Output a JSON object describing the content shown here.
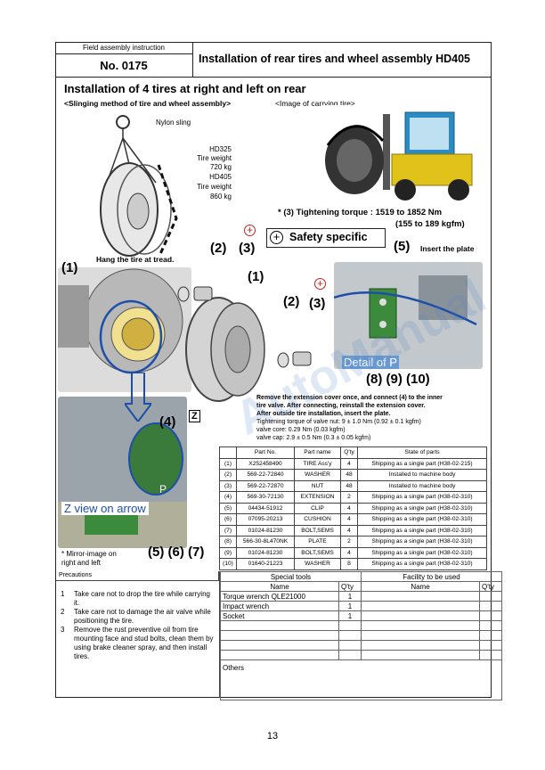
{
  "header": {
    "label": "Field assembly instruction",
    "number": "No. 0175",
    "title": "Installation of rear tires and wheel assembly HD405"
  },
  "section_title": "Installation of 4 tires at right and left on rear",
  "sling_heading": "<Slinging method of tire and wheel assembly>",
  "carry_heading": "<Image of carrying tire>",
  "sling_labels": {
    "nylon_sling": "Nylon sling",
    "weights": [
      "HD325",
      "Tire weight",
      "720 kg",
      "HD405",
      "Tire weight",
      "860 kg"
    ],
    "hang_note": "Hang the tire at tread."
  },
  "torque": {
    "line1": "* (3) Tightening torque : 1519 to 1852 Nm",
    "line2": "(155 to 189 kgfm)"
  },
  "safety_label": "Safety specific",
  "insert_plate": "Insert the plate",
  "callouts": {
    "c1": "(1)",
    "c2": "(2)",
    "c3": "(3)",
    "c4": "(4)",
    "c5": "(5)",
    "z": "Z",
    "p": "P",
    "bottom": "(5) (6) (7)",
    "detail_bottom": "(8) (9) (10)"
  },
  "detail_p": "Detail of P",
  "z_view": "Z view on arrow",
  "mirror_note": [
    "* Mirror-image on",
    "right and left"
  ],
  "instruction_notes": [
    "Remove the extension cover once, and connect (4) to the inner",
    "tire valve. After connecting, reinstall the extension cover.",
    "After outside tire installation, insert the plate.",
    "Tightening torque of valve nut: 9 ± 1.0 Nm (0.92 ± 0.1 kgfm)",
    "valve core: 0.29 Nm (0.03 kgfm)",
    "valve cap: 2.9 ± 0.5 Nm (0.3 ± 0.05 kgfm)"
  ],
  "parts_table": {
    "headers": [
      "",
      "Part No.",
      "Part name",
      "Q'ty",
      "State of parts"
    ],
    "rows": [
      [
        "(1)",
        "X252458490",
        "TIRE Ass'y",
        "4",
        "Shipping as a single part (H38-02-215)"
      ],
      [
        "(2)",
        "569-22-72840",
        "WASHER",
        "48",
        "Installed to machine body"
      ],
      [
        "(3)",
        "569-22-72870",
        "NUT",
        "48",
        "Installed to machine body"
      ],
      [
        "(4)",
        "569-30-72130",
        "EXTENSION",
        "2",
        "Shipping as a single part (H38-02-310)"
      ],
      [
        "(5)",
        "04434-51912",
        "CLIP",
        "4",
        "Shipping as a single part (H38-02-310)"
      ],
      [
        "(6)",
        "07095-20213",
        "CUSHION",
        "4",
        "Shipping as a single part (H38-02-310)"
      ],
      [
        "(7)",
        "01024-81230",
        "BOLT,SEMS",
        "4",
        "Shipping as a single part (H38-02-310)"
      ],
      [
        "(8)",
        "566-30-8L470NK",
        "PLATE",
        "2",
        "Shipping as a single part (H38-02-310)"
      ],
      [
        "(9)",
        "01024-81230",
        "BOLT,SEMS",
        "4",
        "Shipping as a single part (H38-02-310)"
      ],
      [
        "(10)",
        "01640-21223",
        "WASHER",
        "8",
        "Shipping as a single part (H38-02-310)"
      ]
    ]
  },
  "precautions": {
    "label": "Precautions",
    "items": [
      {
        "n": "1",
        "text": "Take care not to drop the tire while carrying it."
      },
      {
        "n": "2",
        "text": "Take care not to damage the air valve while positioning the tire."
      },
      {
        "n": "3",
        "text": "Remove the rust preventive oil from tire mounting face and stud bolts, clean them by using brake cleaner spray, and then install tires."
      }
    ]
  },
  "special_tools": {
    "heading": "Special tools",
    "facility_heading": "Facility to be used",
    "col_name": "Name",
    "col_qty": "Q'ty",
    "rows": [
      {
        "name": "Torque wrench QLE21000",
        "qty": "1"
      },
      {
        "name": "Impact wrench",
        "qty": "1"
      },
      {
        "name": "Socket",
        "qty": "1"
      }
    ],
    "others": "Others"
  },
  "watermark": "AutoManual",
  "page_number": "13"
}
